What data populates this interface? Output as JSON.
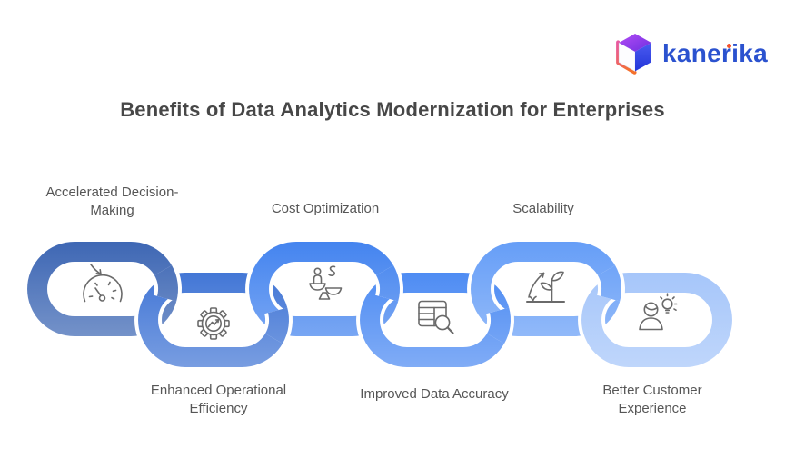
{
  "logo": {
    "brand": "kanerika",
    "icon": "kanerika-cube-logo",
    "brand_color": "#2b52cf",
    "dot_color": "#f4502a"
  },
  "title": "Benefits of Data Analytics Modernization for Enterprises",
  "benefits": [
    {
      "label": "Accelerated Decision-Making",
      "icon": "speedometer",
      "color": "#3e67b4",
      "position": "top"
    },
    {
      "label": "Enhanced Operational Efficiency",
      "icon": "gear-chart",
      "color": "#4377d6",
      "position": "bottom"
    },
    {
      "label": "Cost Optimization",
      "icon": "cost-balance",
      "color": "#4484ef",
      "position": "top"
    },
    {
      "label": "Improved Data Accuracy",
      "icon": "table-magnifier",
      "color": "#4e8cf3",
      "position": "bottom"
    },
    {
      "label": "Scalability",
      "icon": "plant-growth",
      "color": "#669ef7",
      "position": "top"
    },
    {
      "label": "Better Customer Experience",
      "icon": "customer-idea",
      "color": "#a6c6fa",
      "position": "bottom"
    }
  ],
  "colors": {
    "background": "#ffffff",
    "title_text": "#474747",
    "label_text": "#565656",
    "icon_stroke": "#6a6a6a"
  }
}
